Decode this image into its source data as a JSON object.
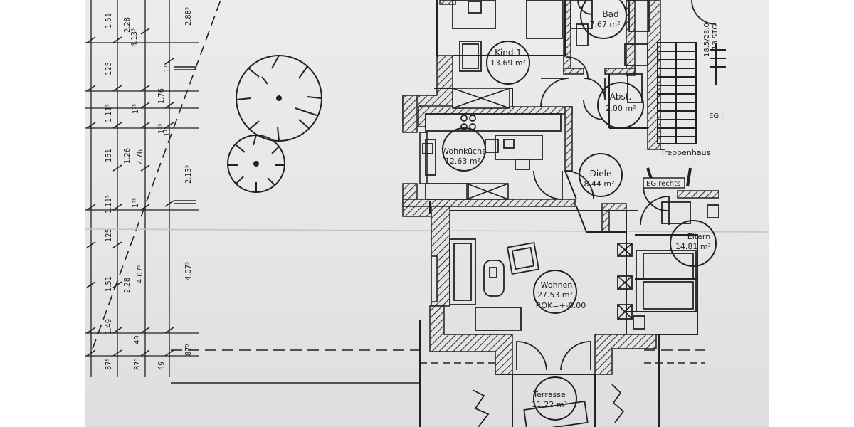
{
  "colors": {
    "paper": "#e8e8e8",
    "ink": "#222222",
    "hatch": "#444444"
  },
  "rooms": [
    {
      "id": "kind1",
      "name": "Kind 1",
      "area": "13.69 m²"
    },
    {
      "id": "bad",
      "name": "Bad",
      "area": "7.67 m²"
    },
    {
      "id": "abst",
      "name": "Abst.",
      "area": "2.00 m²"
    },
    {
      "id": "wohnkueche",
      "name": "Wohnküche",
      "area": "12.63 m²"
    },
    {
      "id": "diele",
      "name": "Diele",
      "area": "8.44 m²"
    },
    {
      "id": "eltern",
      "name": "Eltern",
      "area": "14.81 m²"
    },
    {
      "id": "wohnen",
      "name": "Wohnen",
      "area": "27.53 m²",
      "level": "ROK=+-0.00"
    },
    {
      "id": "terrasse",
      "name": "Terrasse",
      "area": "11.22 m²"
    }
  ],
  "labels": {
    "treppenhaus": "Treppenhaus",
    "eg_rechts": "EG rechts",
    "eg_l": "EG l",
    "stair_note": "18.5/28.0",
    "stair_steps": "13 STG"
  },
  "dimensions": {
    "col1": [
      "1.51",
      "125",
      "1.11⁵",
      "151",
      "1.11⁵",
      "125",
      "1.51",
      "1.49",
      "87⁵"
    ],
    "col2": [
      "2.28",
      "1¹⁵",
      "1.26",
      "1⁷⁵",
      "2.28",
      "49",
      "87⁵"
    ],
    "col3": [
      "4.13⁵",
      "1.76",
      "2.76",
      "1¹⁵",
      "4.07⁵",
      "49"
    ],
    "col4": [
      "2.88⁵",
      "1¹⁵",
      "2.13⁵",
      "1¹⁵",
      "4.07⁵",
      "87⁵"
    ]
  }
}
